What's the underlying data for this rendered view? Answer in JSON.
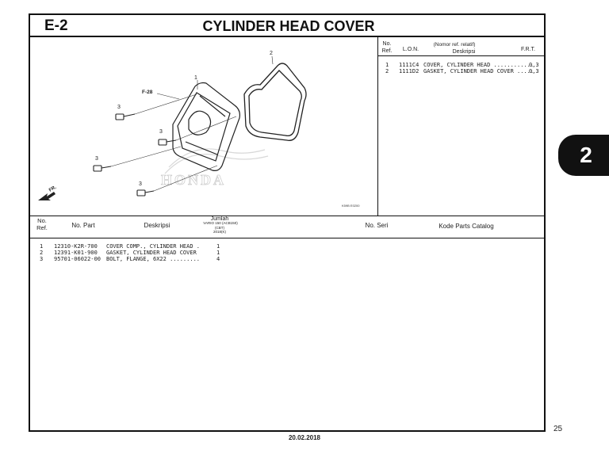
{
  "header": {
    "section_code": "E-2",
    "title": "CYLINDER HEAD COVER"
  },
  "diagram": {
    "callouts": [
      "1",
      "2",
      "3",
      "3",
      "3",
      "3"
    ],
    "f_ref": "F-28",
    "fr_label": "FR.",
    "watermark": "HONDA",
    "image_code": "K59B E0200"
  },
  "lon_table": {
    "headers": {
      "ref": "No. Ref.",
      "lon": "L.O.N.",
      "desc_note": "(Nomor ref. relatif)",
      "desc": "Deskripsi",
      "frt": "F.R.T."
    },
    "rows": [
      {
        "ref": "1",
        "lon": "1111C4",
        "desc": "COVER, CYLINDER HEAD ............",
        "frt": "0,3"
      },
      {
        "ref": "2",
        "lon": "1111D2",
        "desc": "GASKET, CYLINDER HEAD COVER .....",
        "frt": "0,3"
      }
    ]
  },
  "parts_table": {
    "headers": {
      "ref": "No. Ref.",
      "part": "No. Part",
      "desc": "Deskripsi",
      "jumlah": "Jumlah",
      "model": "VARIO 150 (ACB150)",
      "cbt": "(CBT)",
      "year": "2018(K)",
      "seri": "No. Seri",
      "catalog": "Kode Parts Catalog"
    },
    "rows": [
      {
        "ref": "1",
        "part": "12310-K2R-700",
        "desc": "COVER COMP., CYLINDER HEAD .",
        "qty": "1"
      },
      {
        "ref": "2",
        "part": "12391-K01-900",
        "desc": "GASKET, CYLINDER HEAD COVER",
        "qty": "1"
      },
      {
        "ref": "3",
        "part": "95701-06022-00",
        "desc": "BOLT, FLANGE, 6X22 .........",
        "qty": "4"
      }
    ]
  },
  "side_tab": "2",
  "page_number": "25",
  "date": "20.02.2018"
}
